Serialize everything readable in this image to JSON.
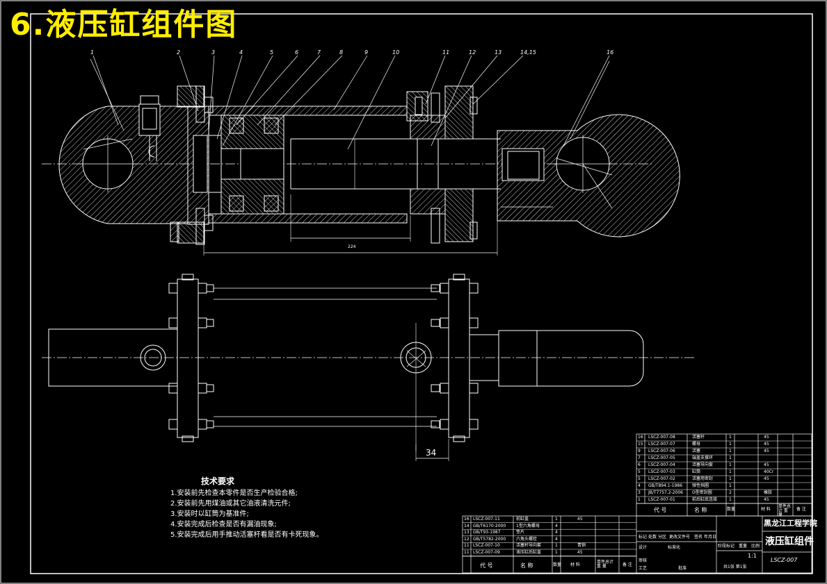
{
  "title": "6.液压缸组件图",
  "part_numbers": [
    "1",
    "2",
    "3",
    "4",
    "5",
    "6",
    "7",
    "8",
    "9",
    "10",
    "11",
    "12",
    "13",
    "14",
    "15",
    "16"
  ],
  "balloon_labels": [
    "1",
    "2",
    "3",
    "4",
    "5",
    "6",
    "7",
    "8",
    "9",
    "10",
    "11",
    "12",
    "13",
    "14,15",
    "16"
  ],
  "dimension_224": "224",
  "dimension_34": "34",
  "technical_requirements": {
    "heading": "技术要求",
    "items": [
      "1.安装前先检查本零件是否生产检验合格;",
      "2.安装前先用煤油或其它油液清洗元件;",
      "3.安装时以缸筒为基准件;",
      "4.安装完成后检查是否有漏油现象;",
      "5.安装完成后用手推动活塞杆看是否有卡死现象。"
    ]
  },
  "bom_upper": [
    {
      "no": "16",
      "code": "LSCZ-007-08",
      "name": "活塞杆",
      "qty": "1",
      "mat": "45"
    },
    {
      "no": "15",
      "code": "LSCZ-007-07",
      "name": "螺母",
      "qty": "1",
      "mat": "45"
    },
    {
      "no": "9",
      "code": "LSCZ-007-06",
      "name": "活塞",
      "qty": "1",
      "mat": "45"
    },
    {
      "no": "7",
      "code": "LSCZ-007-05",
      "name": "端盖支撑环",
      "qty": "1",
      "mat": ""
    },
    {
      "no": "6",
      "code": "LSCZ-007-04",
      "name": "活塞导向套",
      "qty": "1",
      "mat": "45"
    },
    {
      "no": "5",
      "code": "LSCZ-007-03",
      "name": "缸筒",
      "qty": "1",
      "mat": "40Cr"
    },
    {
      "no": "5",
      "code": "LSCZ-007-02",
      "name": "活塞用密封",
      "qty": "1",
      "mat": "45"
    },
    {
      "no": "4",
      "code": "GB/T894.1-1986",
      "name": "弹性挡圈",
      "qty": "1",
      "mat": ""
    },
    {
      "no": "3",
      "code": "JB/T7757.2-2006",
      "name": "O型密封圈",
      "qty": "2",
      "mat": "橡胶"
    },
    {
      "no": "1",
      "code": "LSCZ-007-01",
      "name": "前后缸底连接",
      "qty": "1",
      "mat": "45"
    }
  ],
  "bom_upper_header": {
    "code": "代 号",
    "name": "名 称",
    "qty": "数量",
    "mat": "材 料",
    "wt": "单件总计 重 量",
    "note": "备 注"
  },
  "bom_lower": [
    {
      "no": "16",
      "code": "LSCZ-007-11",
      "name": "前缸盖",
      "qty": "1",
      "mat": "45"
    },
    {
      "no": "14",
      "code": "GB/T6170-2000",
      "name": "1型六角螺母",
      "qty": "4",
      "mat": ""
    },
    {
      "no": "13",
      "code": "GB/T93-1987",
      "name": "垫片",
      "qty": "4",
      "mat": ""
    },
    {
      "no": "12",
      "code": "GB/T5782-2000",
      "name": "六角头螺栓",
      "qty": "4",
      "mat": ""
    },
    {
      "no": "11",
      "code": "LSCZ-007-10",
      "name": "活塞杆导向套",
      "qty": "1",
      "mat": "青铜"
    },
    {
      "no": "11",
      "code": "LSCZ-007-09",
      "name": "液压缸后缸盖",
      "qty": "1",
      "mat": "45"
    }
  ],
  "bom_lower_header": {
    "code": "代 号",
    "name": "名 称",
    "qty": "数量",
    "mat": "材 料",
    "wt": "单件总计 重 量",
    "note": "备 注"
  },
  "title_block": {
    "school": "黑龙江工程学院",
    "drawing_name": "液压缸组件",
    "drawing_no": "LSCZ-007",
    "scale": "1:1",
    "sheets": "共1张 第1张",
    "labels": {
      "mark": "标记",
      "count": "处数",
      "zone": "分区",
      "change_doc": "更改文件号",
      "sign": "签名",
      "date": "年月日",
      "design": "设计",
      "standard": "标准化",
      "review": "审核",
      "process": "工艺",
      "approve": "批准",
      "stage_mark": "阶段标记",
      "weight": "重量",
      "ratio": "比例"
    }
  }
}
